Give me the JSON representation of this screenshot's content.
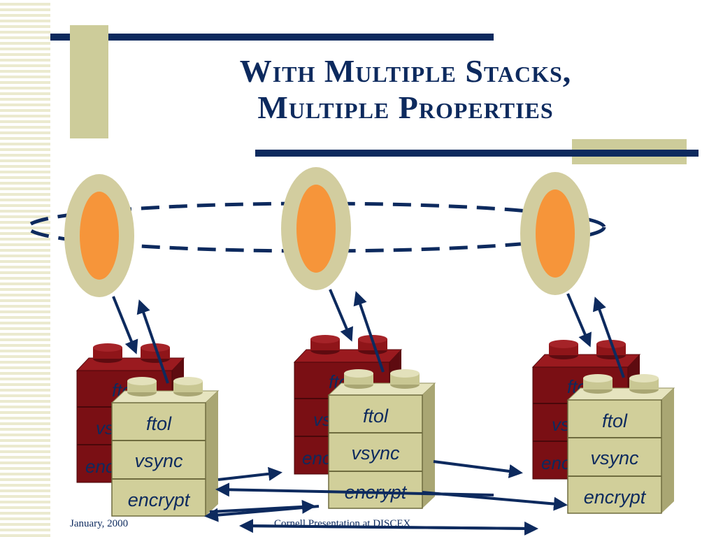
{
  "slide": {
    "title_line1": "With Multiple Stacks,",
    "title_line2": "Multiple Properties",
    "footer_date": "January, 2000",
    "footer_text": "Cornell Presentation at DISCEX"
  },
  "stacks": [
    {
      "layers": [
        "ftol",
        "vsync",
        "encrypt"
      ]
    },
    {
      "layers": [
        "ftol",
        "vsync",
        "encrypt"
      ]
    },
    {
      "layers": [
        "ftol",
        "vsync",
        "encrypt"
      ]
    }
  ],
  "colors": {
    "navy": "#0d2a5e",
    "stripe": "#ebeacf",
    "accent_block": "#cdcc9a",
    "dark_red": "#7a0f14",
    "orange": "#f6953a",
    "ellipse_outer": "#d2cd9f",
    "block_face": "#d1cf9a"
  }
}
